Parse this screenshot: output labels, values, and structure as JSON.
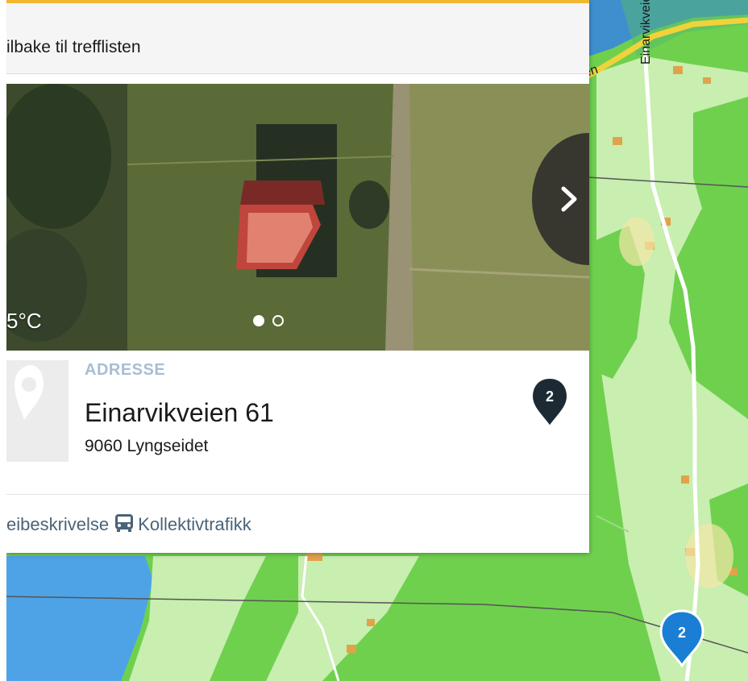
{
  "header": {
    "back_label": "ilbake til trefflisten"
  },
  "carousel": {
    "temperature": "5°C",
    "slide_count": 2,
    "active_slide": 1
  },
  "result": {
    "category": "ADRESSE",
    "address": "Einarvikveien 61",
    "postcode_city": "9060 Lyngseidet",
    "marker_number": "2"
  },
  "actions": {
    "directions_label": "eibeskrivelse",
    "transit_label": "Kollektivtrafikk"
  },
  "map": {
    "road_label_vertical": "Einarvikveien",
    "road_label_partial": "eien",
    "marker_number": "2"
  },
  "colors": {
    "accent_top": "#f2b731",
    "category_text": "#a8bdd6",
    "link_text": "#4a6378",
    "marker_dark": "#1e2a33",
    "marker_blue": "#1a7fd4",
    "map_green": "#6fd04e",
    "map_light_green": "#c8eeb0",
    "water": "#4da3e6"
  },
  "icons": {
    "next": "chevron-right-icon",
    "transit": "bus-icon",
    "placeholder": "location-pin-icon"
  }
}
